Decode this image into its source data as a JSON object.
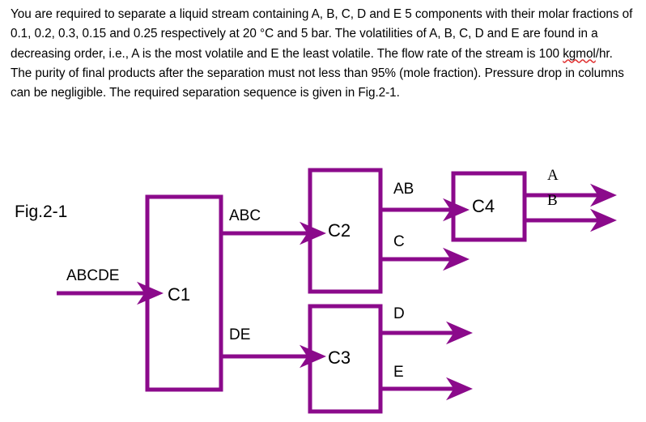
{
  "problem": {
    "line1_a": "You are required to separate a liquid stream containing A, B, C, D and E 5 components with",
    "line2_a": "their molar fractions of 0.1, 0.2, 0.3, 0.15 and 0.25 respectively at 20 °C and 5 bar. The",
    "line3_a": "volatilities of A, B, C, D and E are found in a decreasing order, i.e., A is the most volatile and",
    "line4_a": "E the least volatile. The flow rate of the stream is 100 ",
    "line4_misspelled": "kgmol",
    "line4_b": "/hr. The purity of final products",
    "line5_a": "after the separation must not less than 95% (mole fraction). Pressure drop in columns can",
    "line6_a": "be negligible. The required separation sequence is given in Fig.2-1."
  },
  "diagram": {
    "figure_caption": "Fig.2-1",
    "line_color": "#8B0A8B",
    "text_color": "#000000",
    "background": "#FFFFFF",
    "columns": [
      {
        "id": "C1",
        "label": "C1"
      },
      {
        "id": "C2",
        "label": "C2"
      },
      {
        "id": "C3",
        "label": "C3"
      },
      {
        "id": "C4",
        "label": "C4"
      }
    ],
    "streams": [
      {
        "id": "feed",
        "label": "ABCDE",
        "from": "",
        "to": "C1"
      },
      {
        "id": "abc",
        "label": "ABC",
        "from": "C1",
        "to": "C2"
      },
      {
        "id": "de",
        "label": "DE",
        "from": "C1",
        "to": "C3"
      },
      {
        "id": "ab",
        "label": "AB",
        "from": "C2",
        "to": "C4"
      },
      {
        "id": "c",
        "label": "C",
        "from": "C2",
        "to": ""
      },
      {
        "id": "a",
        "label": "A",
        "from": "C4",
        "to": ""
      },
      {
        "id": "b",
        "label": "B",
        "from": "C4",
        "to": ""
      },
      {
        "id": "d",
        "label": "D",
        "from": "C3",
        "to": ""
      },
      {
        "id": "e",
        "label": "E",
        "from": "C3",
        "to": ""
      }
    ]
  }
}
